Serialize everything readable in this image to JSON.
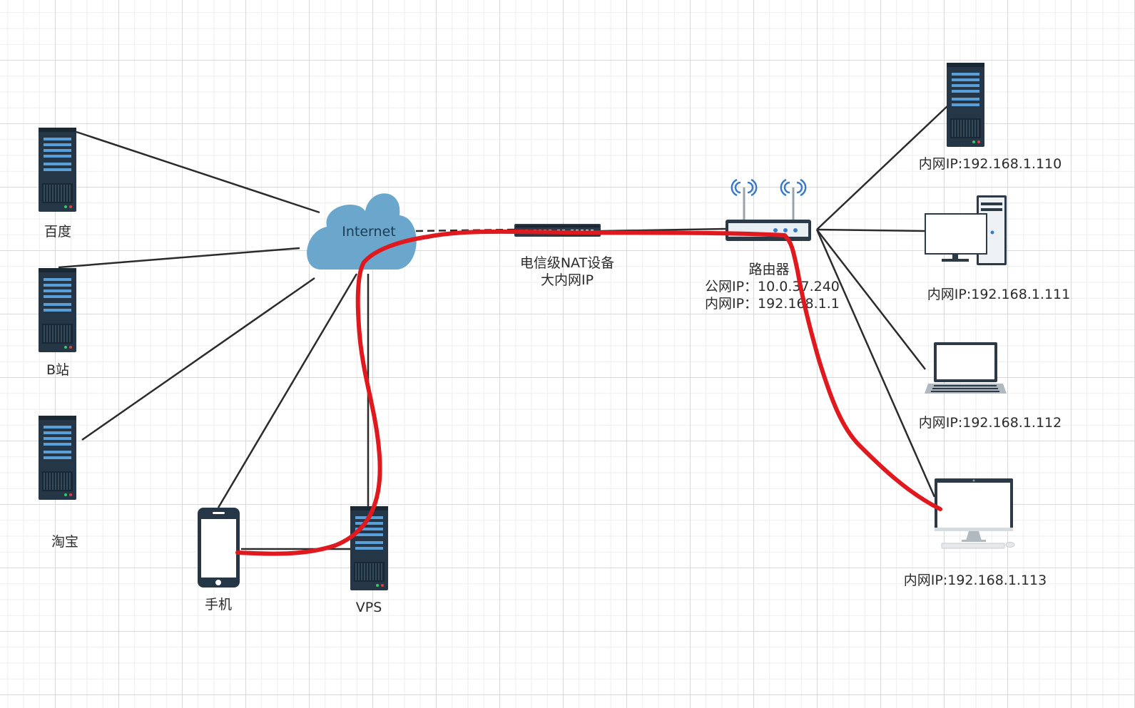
{
  "colors": {
    "server_body": "#253746",
    "server_stripe": "#5a9fd8",
    "cloud": "#6ba6cd",
    "link": "#2b2b2b",
    "path_highlight": "#e0191e",
    "signal": "#3a7bc8"
  },
  "internet": {
    "label": "Internet",
    "icon": "cloud-icon"
  },
  "servers": [
    {
      "id": "baidu",
      "label": "百度",
      "icon": "server-icon"
    },
    {
      "id": "bilibili",
      "label": "B站",
      "icon": "server-icon"
    },
    {
      "id": "taobao",
      "label": "淘宝",
      "icon": "server-icon"
    }
  ],
  "phone": {
    "label": "手机",
    "icon": "smartphone-icon"
  },
  "vps": {
    "label": "VPS",
    "icon": "server-icon"
  },
  "nat": {
    "label_line1": "电信级NAT设备",
    "label_line2": "大内网IP",
    "icon": "switch-icon"
  },
  "router": {
    "label": "路由器",
    "public_ip": "公网IP：10.0.37.240",
    "lan_ip": "内网IP：192.168.1.1",
    "icon": "router-icon"
  },
  "hosts": [
    {
      "label": "内网IP:192.168.1.110",
      "icon": "server-icon"
    },
    {
      "label": "内网IP:192.168.1.111",
      "icon": "desktop-computer-icon"
    },
    {
      "label": "内网IP:192.168.1.112",
      "icon": "laptop-icon"
    },
    {
      "label": "内网IP:192.168.1.113",
      "icon": "imac-monitor-icon"
    }
  ]
}
